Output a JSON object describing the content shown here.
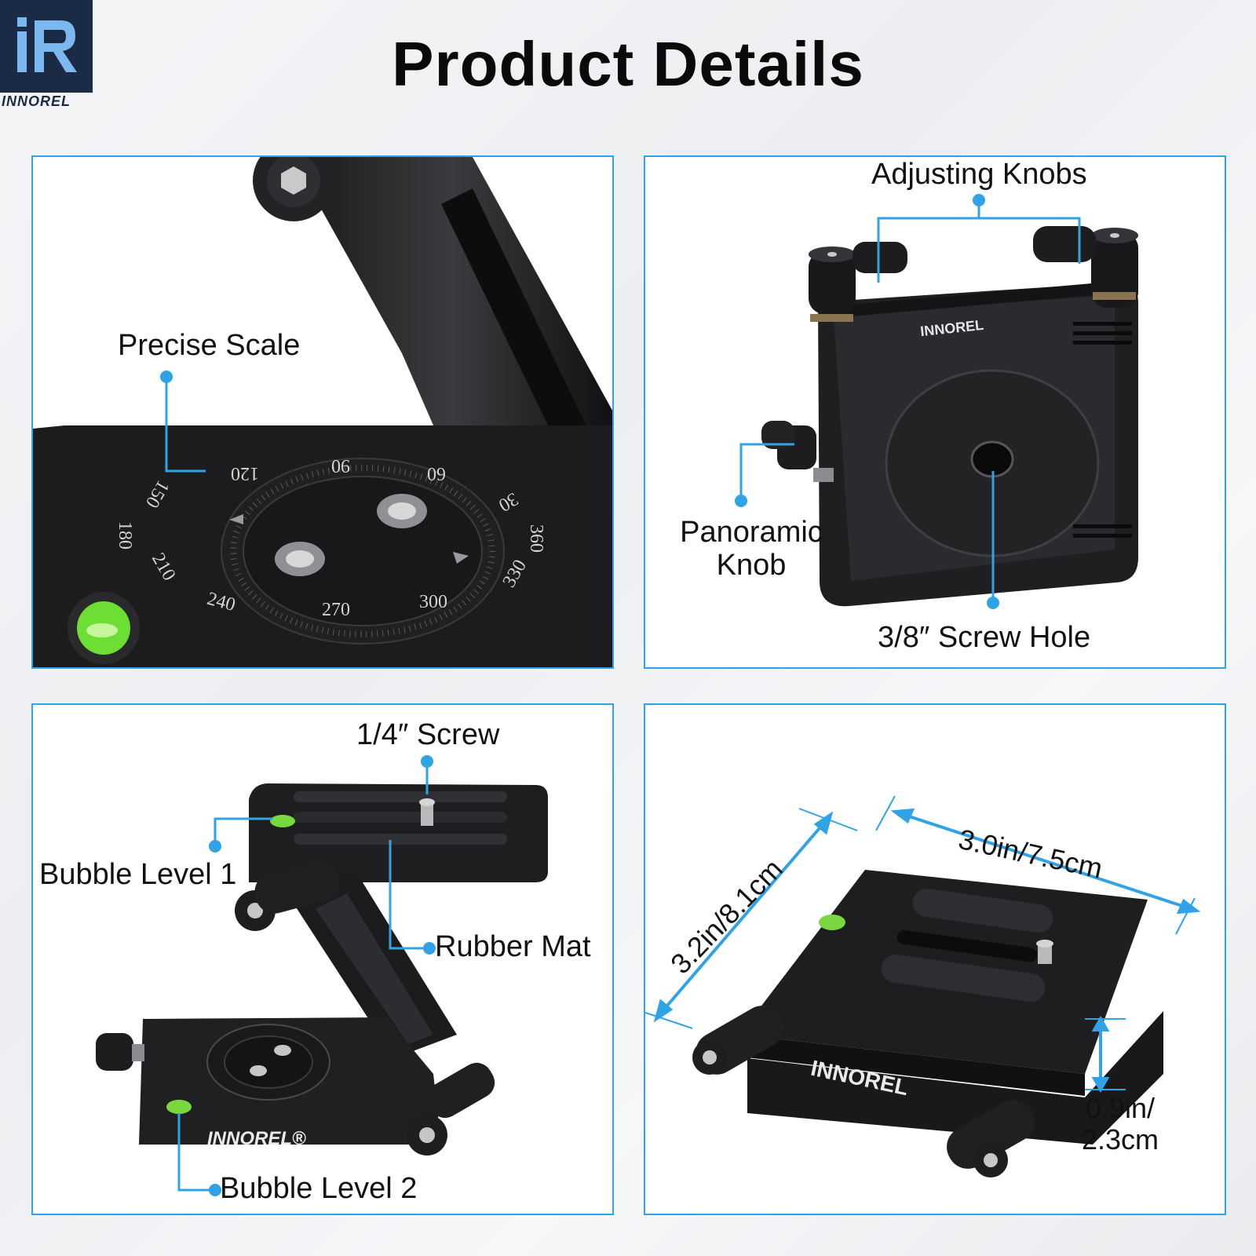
{
  "brand": {
    "logo_text": "INNOREL",
    "accent_color": "#2fa3e6"
  },
  "title": "Product Details",
  "panels": {
    "scale": {
      "label": "Precise Scale",
      "dial_numbers": [
        "120",
        "90",
        "60",
        "30",
        "360",
        "330",
        "300",
        "270",
        "240",
        "210",
        "180",
        "150"
      ]
    },
    "top_view": {
      "adjusting_knobs": "Adjusting Knobs",
      "panoramic_knob_line1": "Panoramic",
      "panoramic_knob_line2": "Knob",
      "screw_hole": "3/8″  Screw Hole",
      "device_brand": "INNOREL"
    },
    "side_view": {
      "screw": "1/4″  Screw",
      "bubble_level_1": "Bubble Level 1",
      "rubber_mat": "Rubber Mat",
      "bubble_level_2": "Bubble Level 2",
      "device_brand": "INNOREL®"
    },
    "dimensions": {
      "width": "3.0in/7.5cm",
      "depth": "3.2in/8.1cm",
      "height_line1": "0.9in/",
      "height_line2": "2.3cm",
      "device_brand": "INNOREL"
    }
  }
}
